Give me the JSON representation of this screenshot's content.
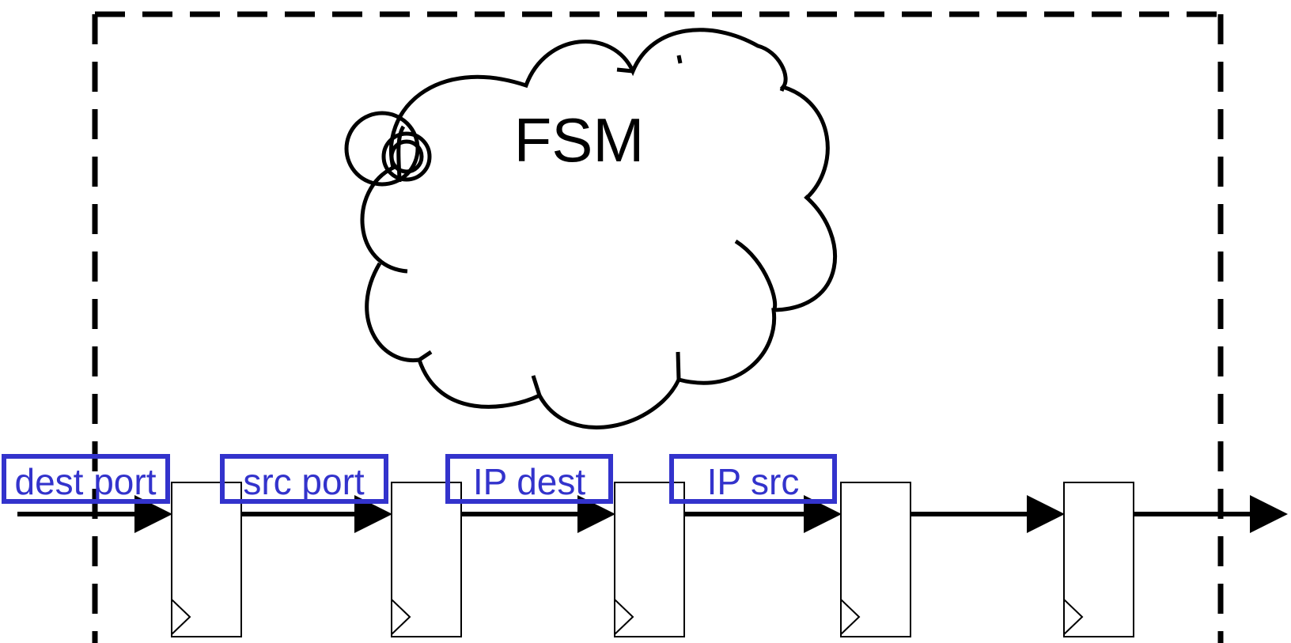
{
  "fsm": {
    "label": "FSM"
  },
  "fields": [
    {
      "label": "dest port"
    },
    {
      "label": "src port"
    },
    {
      "label": "IP dest"
    },
    {
      "label": "IP src"
    }
  ],
  "colors": {
    "field_box": "#3333cc",
    "field_text": "#3333cc",
    "lines": "#000000",
    "background": "#ffffff"
  }
}
